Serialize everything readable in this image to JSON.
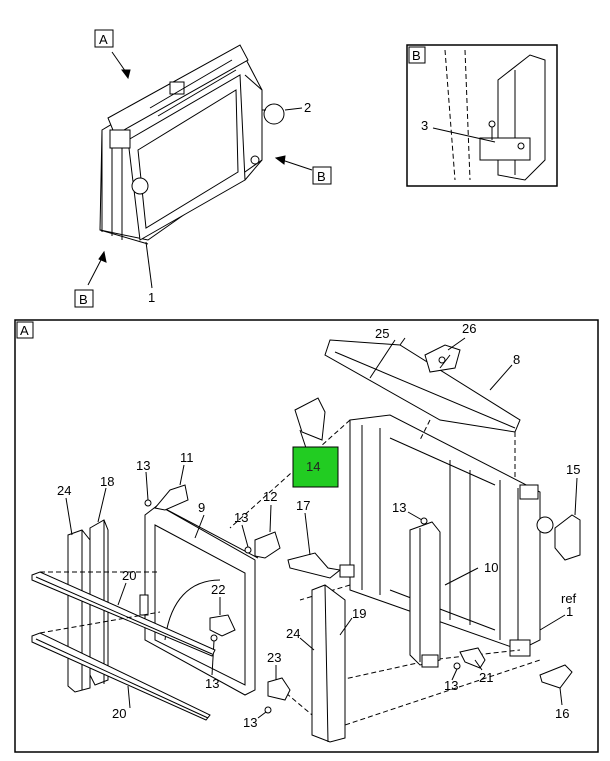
{
  "views": {
    "top_view_label": "A",
    "side_arrow_label": "B",
    "bottom_arrow_label": "B",
    "detail_box_label": "B",
    "main_box_label": "A"
  },
  "callouts": {
    "top": [
      "2",
      "1"
    ],
    "detail": [
      "3"
    ],
    "main": [
      "25",
      "26",
      "8",
      "14",
      "15",
      "13",
      "11",
      "24",
      "18",
      "12",
      "9",
      "13",
      "17",
      "13",
      "10",
      "ref",
      "1",
      "22",
      "20",
      "19",
      "24",
      "23",
      "13",
      "13",
      "21",
      "20",
      "13",
      "16"
    ]
  },
  "highlight": {
    "part": "14",
    "color": "#22cc22"
  }
}
